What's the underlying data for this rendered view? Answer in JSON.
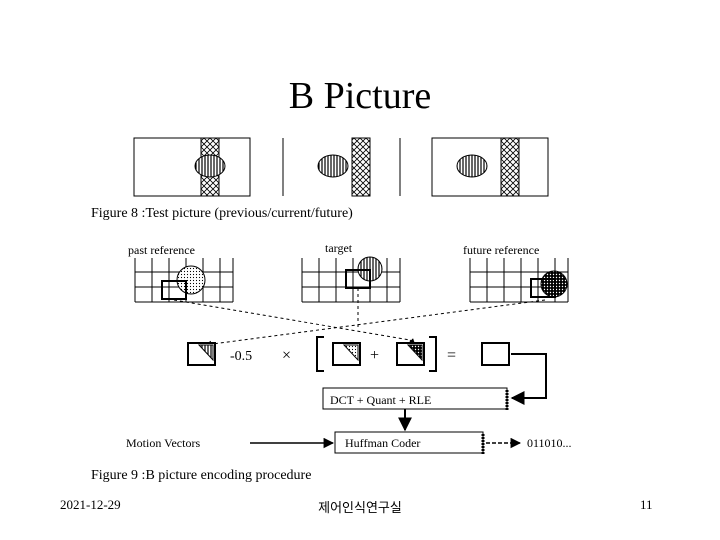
{
  "slide": {
    "title": "B Picture",
    "figure8_caption": "Figure 8 :Test picture (previous/current/future)",
    "figure9_caption": "Figure 9 :B picture encoding procedure",
    "date": "2021-12-29",
    "lab": "제어인식연구실",
    "page_number": "11"
  },
  "figure9": {
    "past_reference": "past reference",
    "target": "target",
    "future_reference": "future reference",
    "coefficient": "-0.5",
    "times": "×",
    "plus": "+",
    "equals": "=",
    "dct_block": "DCT + Quant + RLE",
    "huffman_block": "Huffman Coder",
    "motion_vectors": "Motion Vectors",
    "output_bits": "011010..."
  }
}
